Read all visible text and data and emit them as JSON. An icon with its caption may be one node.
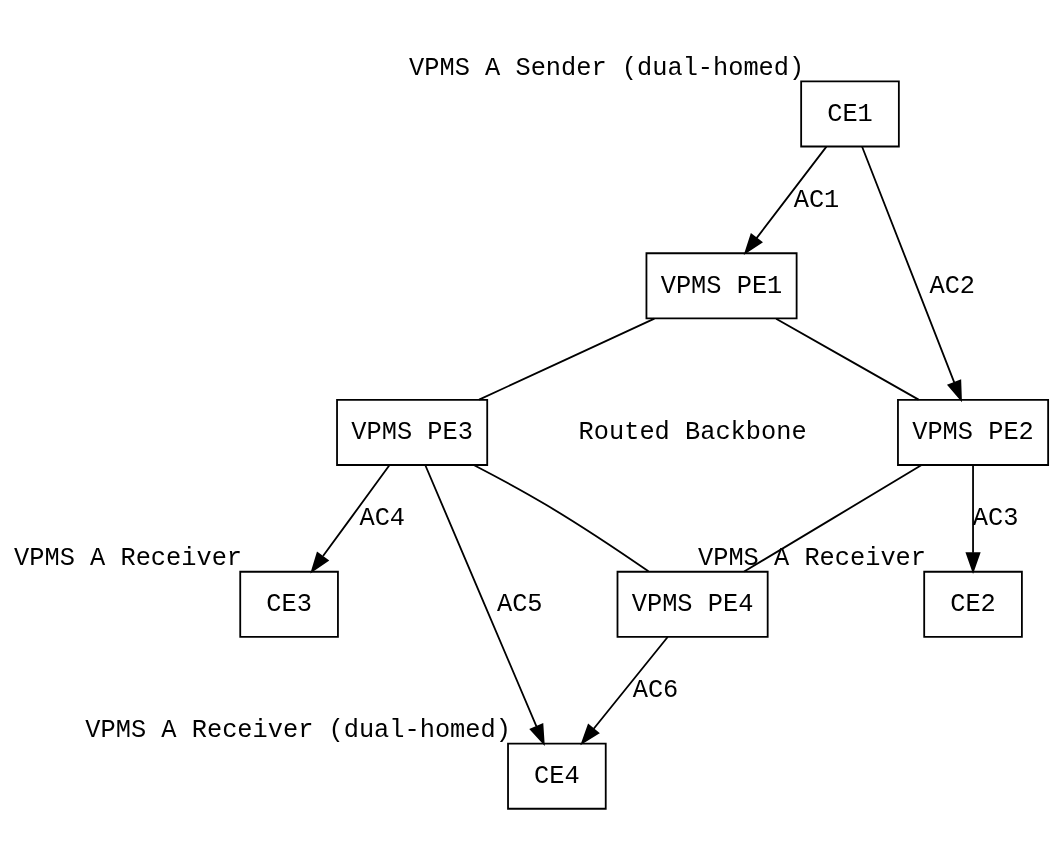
{
  "diagram": {
    "nodes": [
      {
        "text": [
          "CE1"
        ],
        "beside": [
          "VPMS A Sender (dual-homed)"
        ]
      },
      {
        "text": [
          "VPMS PE1"
        ]
      },
      {
        "text": [
          "VPMS PE2"
        ]
      },
      {
        "text": [
          "VPMS PE3"
        ]
      },
      {
        "text": [
          "CE2"
        ],
        "beside": [
          "VPMS A Receiver"
        ]
      },
      {
        "text": [
          "CE3"
        ],
        "beside": [
          "VPMS A Receiver"
        ]
      },
      {
        "text": [
          "VPMS PE4"
        ]
      },
      {
        "text": [
          "CE4"
        ],
        "beside": [
          "VPMS A Receiver (dual-homed)"
        ]
      }
    ],
    "edges": [
      {
        "from": 0,
        "to": 1,
        "arrow": "to",
        "label": "AC1"
      },
      {
        "from": 0,
        "to": 2,
        "arrow": "to",
        "label": "AC2"
      },
      {
        "from": 1,
        "to": 2,
        "arrow": "none"
      },
      {
        "from": 1,
        "to": 3,
        "arrow": "none"
      },
      {
        "from": 3,
        "to": 5,
        "arrow": "to",
        "label": "AC4"
      },
      {
        "from": 2,
        "to": 4,
        "arrow": "to",
        "label": "AC3"
      },
      {
        "from": 3,
        "to": 7,
        "arrow": "to",
        "label": "AC5"
      },
      {
        "from": 2,
        "to": 6,
        "arrow": "none"
      },
      {
        "from": 3,
        "to": 6,
        "arrow": "none"
      },
      {
        "from": 6,
        "to": 7,
        "arrow": "to",
        "label": "AC6"
      }
    ],
    "labels": [
      "Routed Backbone"
    ]
  }
}
